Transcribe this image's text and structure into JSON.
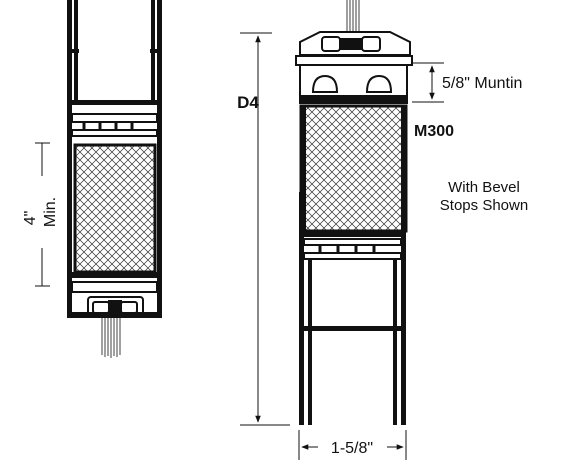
{
  "labels": {
    "muntin": "5/8\" Muntin",
    "d4": "D4",
    "m300": "M300",
    "bevel_line1": "With Bevel",
    "bevel_line2": "Stops Shown",
    "four_in": "4\"",
    "min": "Min.",
    "width": "1-5/8\""
  },
  "colors": {
    "line": "#111111",
    "fill": "#ffffff",
    "hatch": "#333333"
  }
}
